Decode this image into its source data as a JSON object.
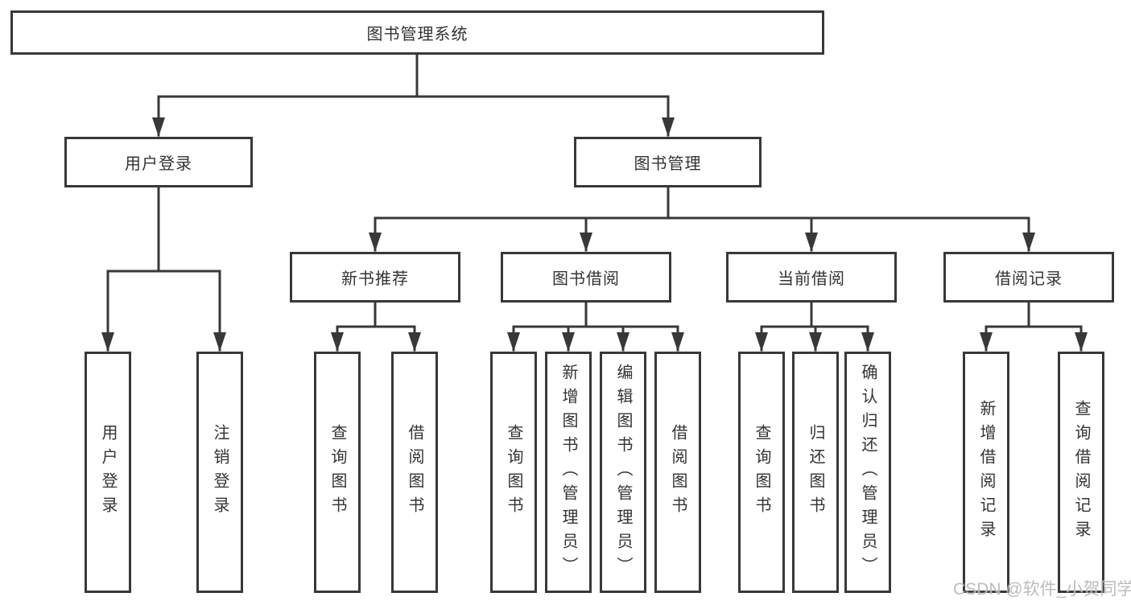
{
  "colors": {
    "line": "#383838",
    "text": "#333333",
    "background": "#ffffff",
    "watermark": "#b9b9b9"
  },
  "watermark": {
    "text": "CSDN @软件_小贺同学"
  },
  "tree": {
    "label": "图书管理系统",
    "children": [
      {
        "label": "用户登录",
        "children": [
          {
            "label": "用户登录"
          },
          {
            "label": "注销登录"
          }
        ]
      },
      {
        "label": "图书管理",
        "children": [
          {
            "label": "新书推荐",
            "children": [
              {
                "label": "查询图书"
              },
              {
                "label": "借阅图书"
              }
            ]
          },
          {
            "label": "图书借阅",
            "children": [
              {
                "label": "查询图书"
              },
              {
                "label": "新增图书（管理员）"
              },
              {
                "label": "编辑图书（管理员）"
              },
              {
                "label": "借阅图书"
              }
            ]
          },
          {
            "label": "当前借阅",
            "children": [
              {
                "label": "查询图书"
              },
              {
                "label": "归还图书"
              },
              {
                "label": "确认归还（管理员）"
              }
            ]
          },
          {
            "label": "借阅记录",
            "children": [
              {
                "label": "新增借阅记录"
              },
              {
                "label": "查询借阅记录"
              }
            ]
          }
        ]
      }
    ]
  }
}
